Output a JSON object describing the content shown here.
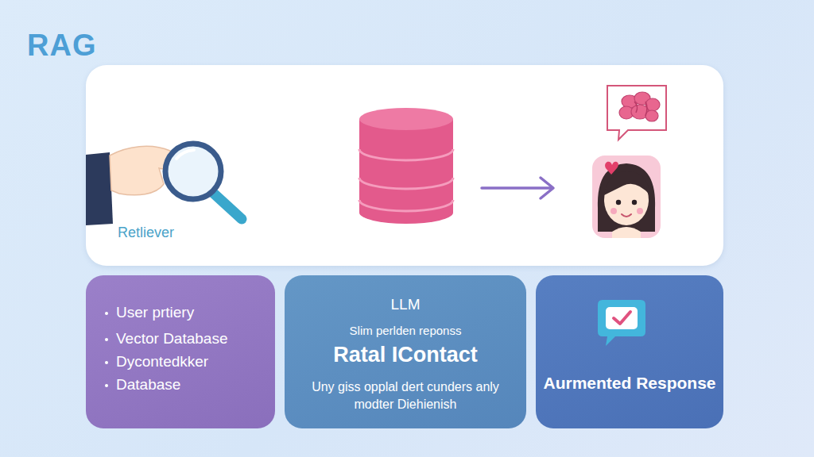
{
  "diagram": {
    "title": "RAG",
    "nodes": [
      {
        "text": [
          "Retliever"
        ]
      },
      {
        "text": [
          "User prtiery",
          "Vector Database",
          "Dycontedkker",
          "Database"
        ]
      },
      {
        "text": [
          "LLM",
          "Slim perlden reponss",
          "Ratal IContact",
          "Uny giss opplal dert cunders anly modter Diehienish"
        ]
      },
      {
        "text": [
          "Aurmented Response"
        ]
      }
    ]
  }
}
